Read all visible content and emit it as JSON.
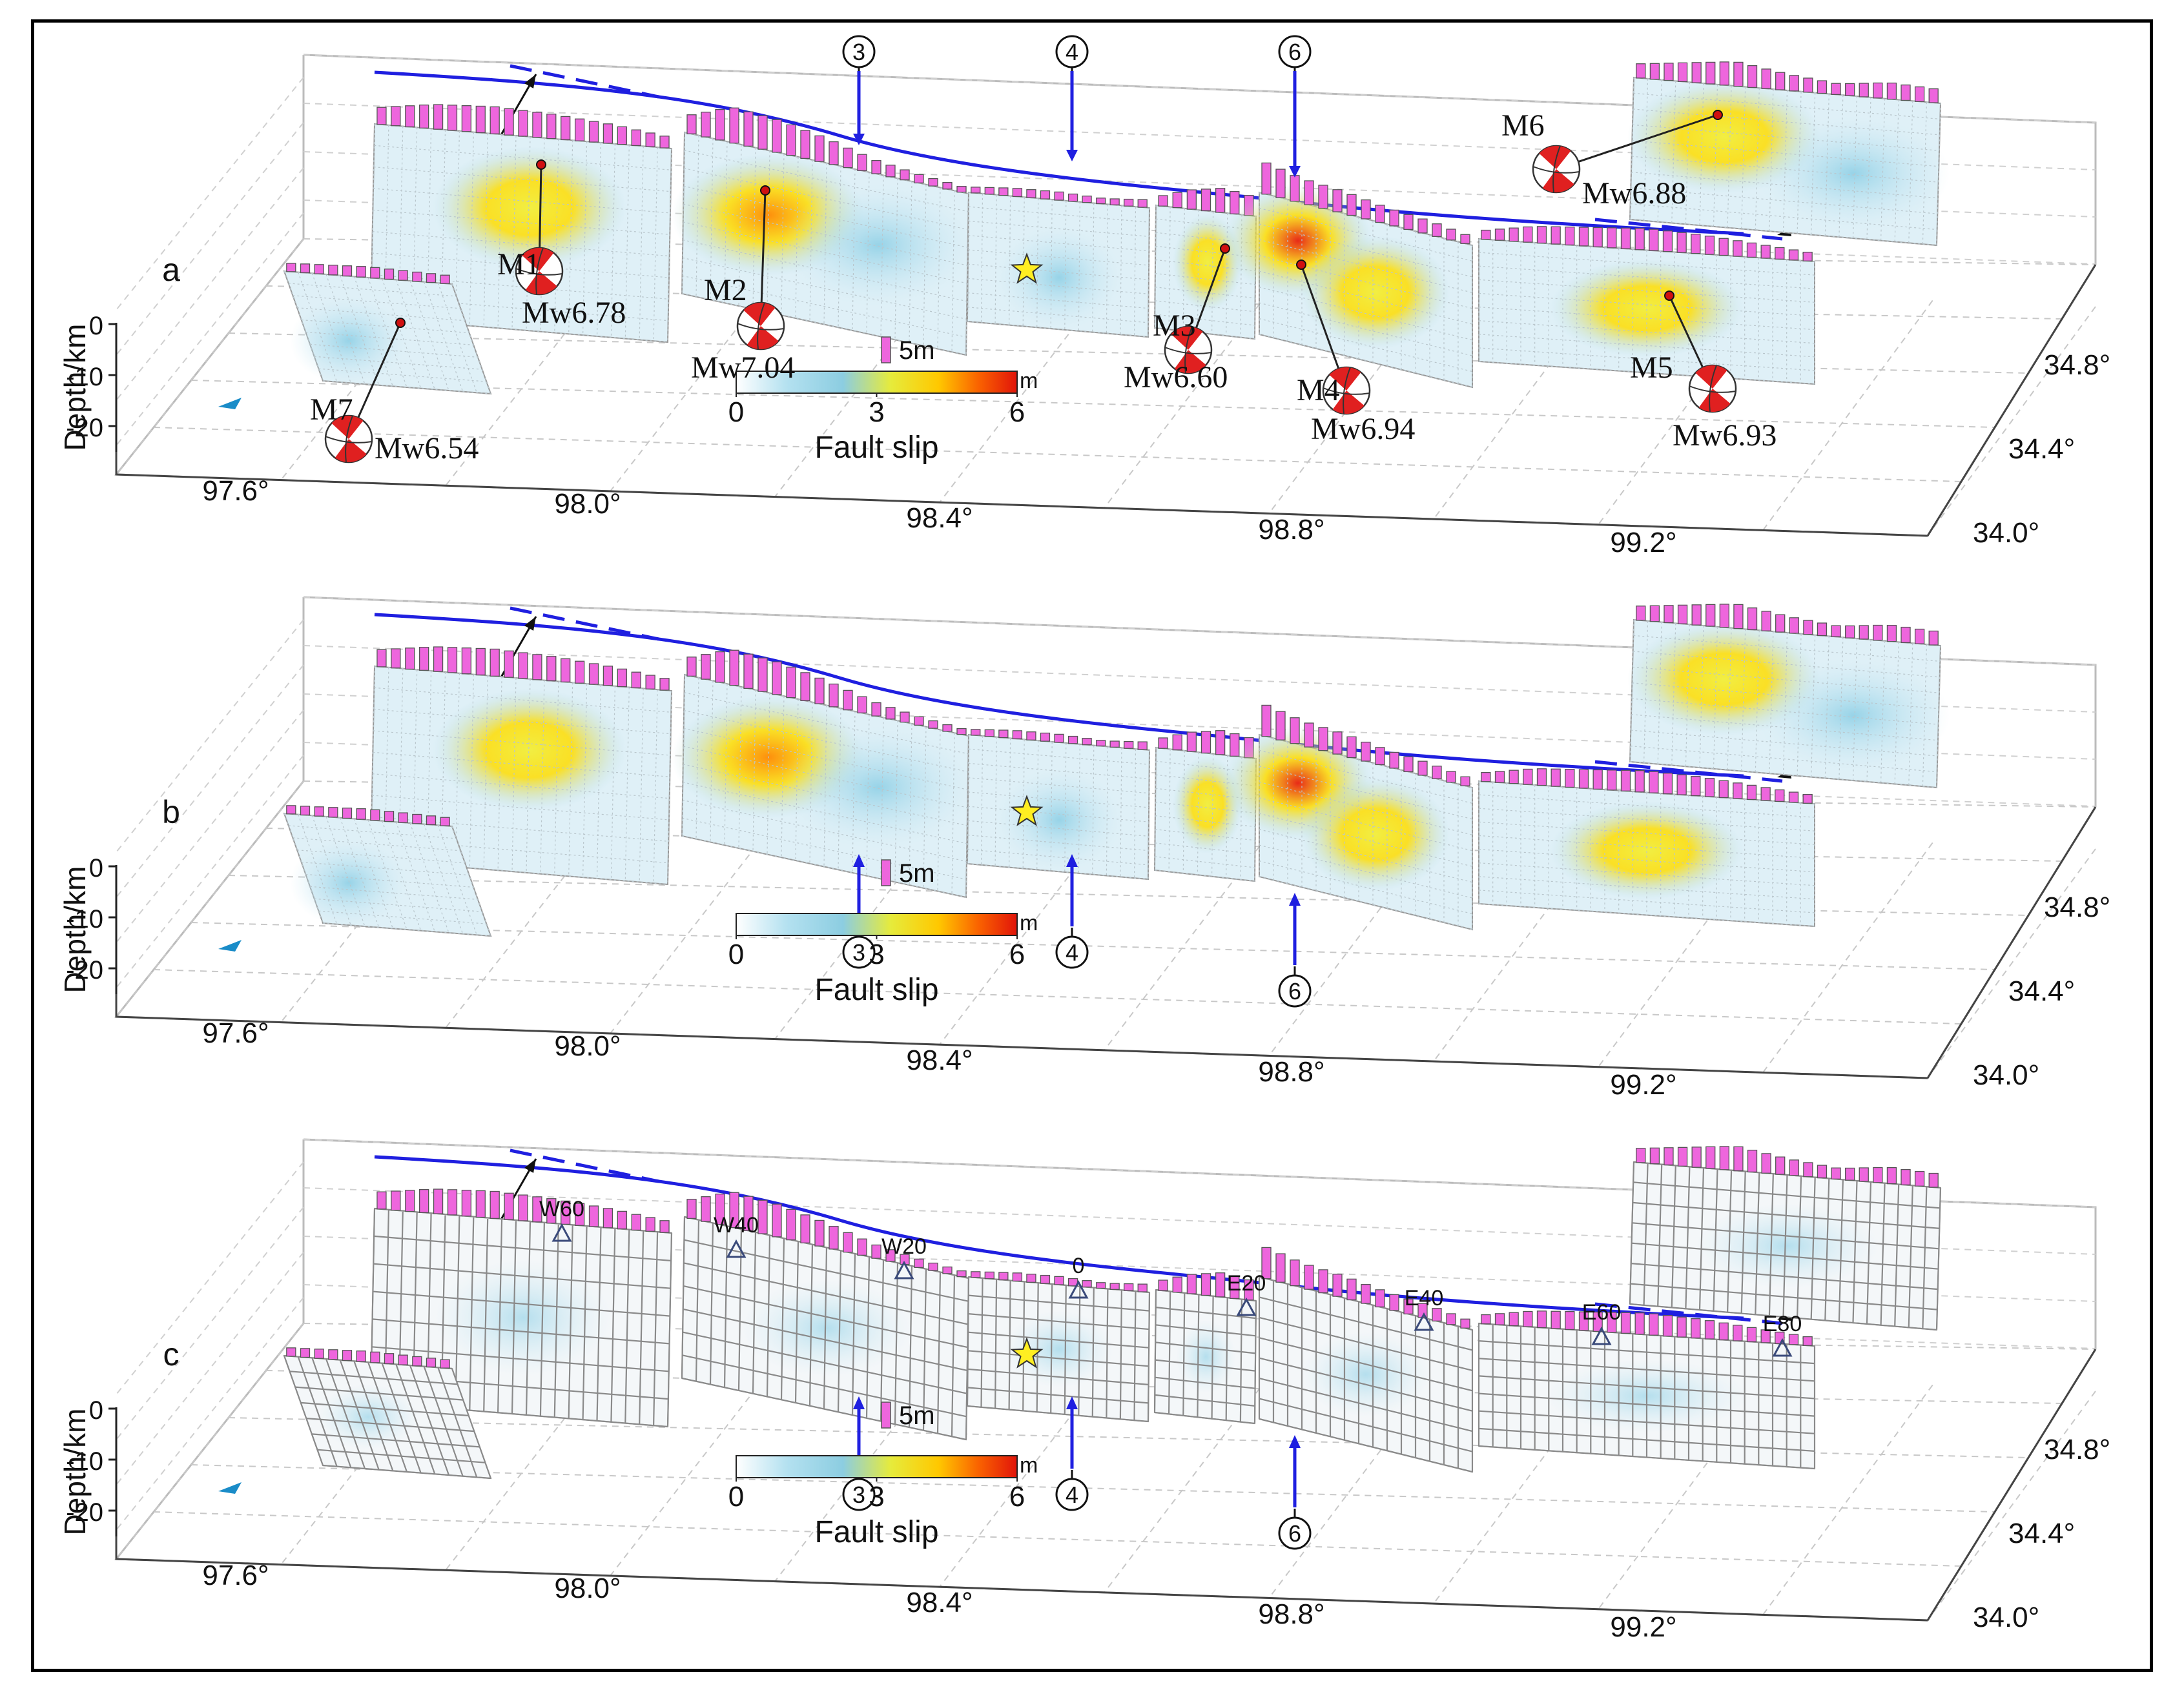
{
  "figure": {
    "panels": [
      {
        "letter": "a",
        "show_focal": true,
        "labels_mode": "top",
        "grid_mode": "slip",
        "focal": [
          {
            "id": "M1",
            "mw": "Mw6.78"
          },
          {
            "id": "M2",
            "mw": "Mw7.04"
          },
          {
            "id": "M3",
            "mw": "Mw6.60"
          },
          {
            "id": "M4",
            "mw": "Mw6.94"
          },
          {
            "id": "M5",
            "mw": "Mw6.93"
          },
          {
            "id": "M6",
            "mw": "Mw6.88"
          },
          {
            "id": "M7",
            "mw": "Mw6.54"
          }
        ]
      },
      {
        "letter": "b",
        "show_focal": false,
        "labels_mode": "bottom",
        "grid_mode": "slip"
      },
      {
        "letter": "c",
        "show_focal": false,
        "labels_mode": "bottom",
        "grid_mode": "mesh",
        "stations": [
          "W60",
          "W40",
          "W20",
          "0",
          "E20",
          "E40",
          "E60",
          "E80"
        ]
      }
    ],
    "depth_axis": {
      "label": "Depth/km",
      "ticks": [
        "0",
        "-10",
        "-20"
      ]
    },
    "lon_ticks": [
      "97.6°",
      "98.0°",
      "98.4°",
      "98.8°",
      "99.2°"
    ],
    "lat_ticks": [
      "34.0°",
      "34.4°",
      "34.8°"
    ],
    "marker_labels": [
      "3",
      "4",
      "6"
    ],
    "scale_bar": {
      "label": "5m"
    },
    "colorbar": {
      "unit": "m",
      "ticks": [
        "0",
        "3",
        "6"
      ],
      "title": "Fault slip",
      "min": 0,
      "max": 6
    },
    "colors": {
      "fault_trace": "#1f1fe0",
      "slip_bars": "#ee66dd",
      "focal_fill": "#e02020",
      "epicenter_star": "#ffee22",
      "station": "#3a4a7a"
    }
  }
}
